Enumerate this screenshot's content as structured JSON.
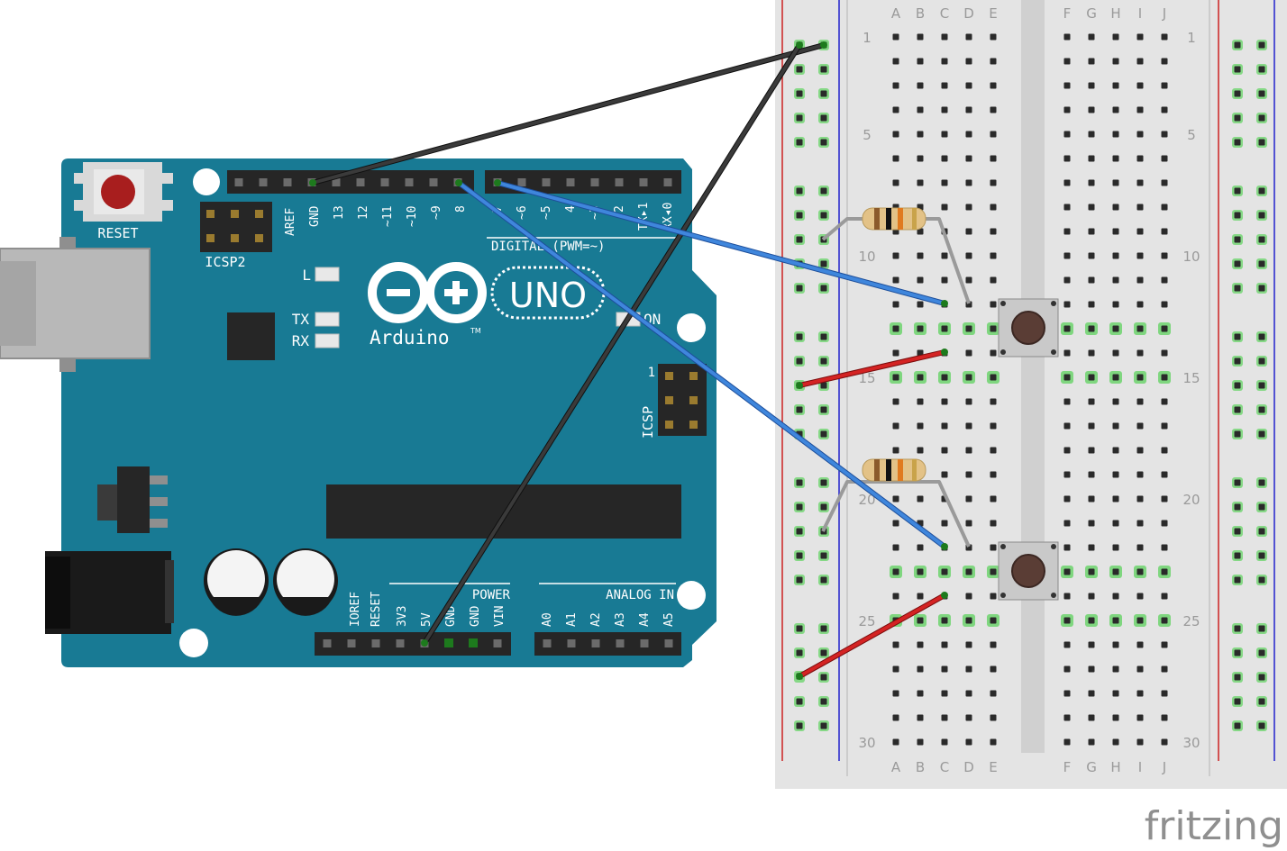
{
  "arduino": {
    "reset_label": "RESET",
    "icsp2_label": "ICSP2",
    "icsp_label": "ICSP",
    "icsp_pin1": "1",
    "logo_name": "Arduino",
    "logo_tm": "TM",
    "model": "UNO",
    "led_l": "L",
    "led_tx": "TX",
    "led_rx": "RX",
    "led_on": "ON",
    "digital_label": "DIGITAL (PWM=~)",
    "power_label": "POWER",
    "analog_label": "ANALOG IN",
    "top_header_labels": [
      "AREF",
      "GND",
      "13",
      "12",
      "~11",
      "~10",
      "~9",
      "8"
    ],
    "digital_header_labels": [
      "7",
      "~6",
      "~5",
      "4",
      "~3",
      "2",
      "TX▸1",
      "RX◂0"
    ],
    "power_header_labels": [
      "IOREF",
      "RESET",
      "3V3",
      "5V",
      "GND",
      "GND",
      "VIN"
    ],
    "analog_header_labels": [
      "A0",
      "A1",
      "A2",
      "A3",
      "A4",
      "A5"
    ]
  },
  "breadboard": {
    "column_letters_left": [
      "A",
      "B",
      "C",
      "D",
      "E"
    ],
    "column_letters_right": [
      "F",
      "G",
      "H",
      "I",
      "J"
    ],
    "row_numbers": [
      "1",
      "5",
      "10",
      "15",
      "20",
      "25",
      "30"
    ]
  },
  "watermark": "fritzing",
  "colors": {
    "board": "#1a7a94",
    "wire_ground": "#262626",
    "wire_signal": "#3a78d0",
    "wire_power": "#cc1f1f",
    "rail_red": "#cc2222",
    "rail_blue": "#2222cc",
    "breadboard": "#e4e4e4"
  }
}
